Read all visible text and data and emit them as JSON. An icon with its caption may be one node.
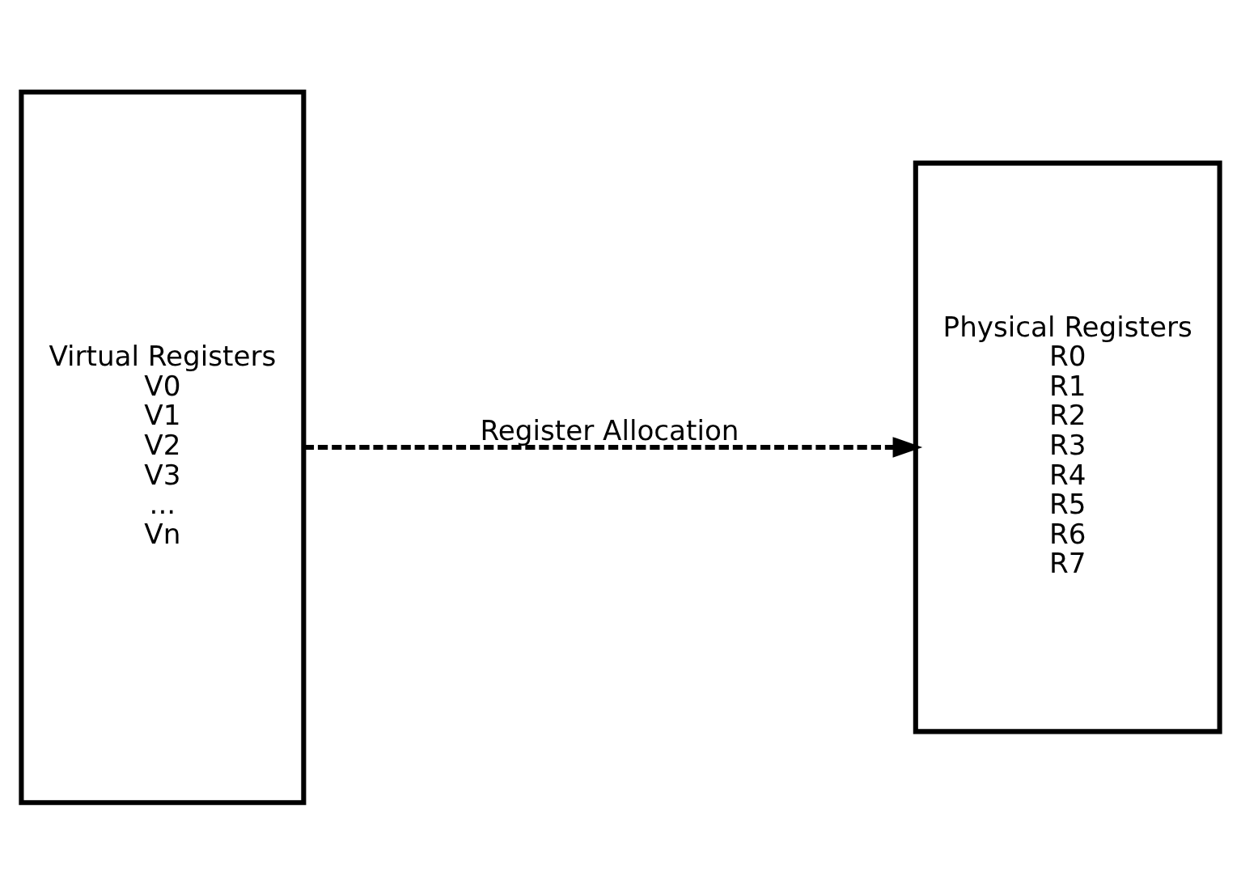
{
  "diagram": {
    "nodes": [
      {
        "text": [
          "Virtual Registers",
          "V0",
          "V1",
          "V2",
          "V3",
          "...",
          "Vn"
        ]
      },
      {
        "text": [
          "Physical Registers",
          "R0",
          "R1",
          "R2",
          "R3",
          "R4",
          "R5",
          "R6",
          "R7"
        ]
      }
    ],
    "edges": [
      {
        "from": 0,
        "to": 1,
        "arrow": "to",
        "style": "dashed",
        "label": "Register Allocation"
      }
    ]
  }
}
